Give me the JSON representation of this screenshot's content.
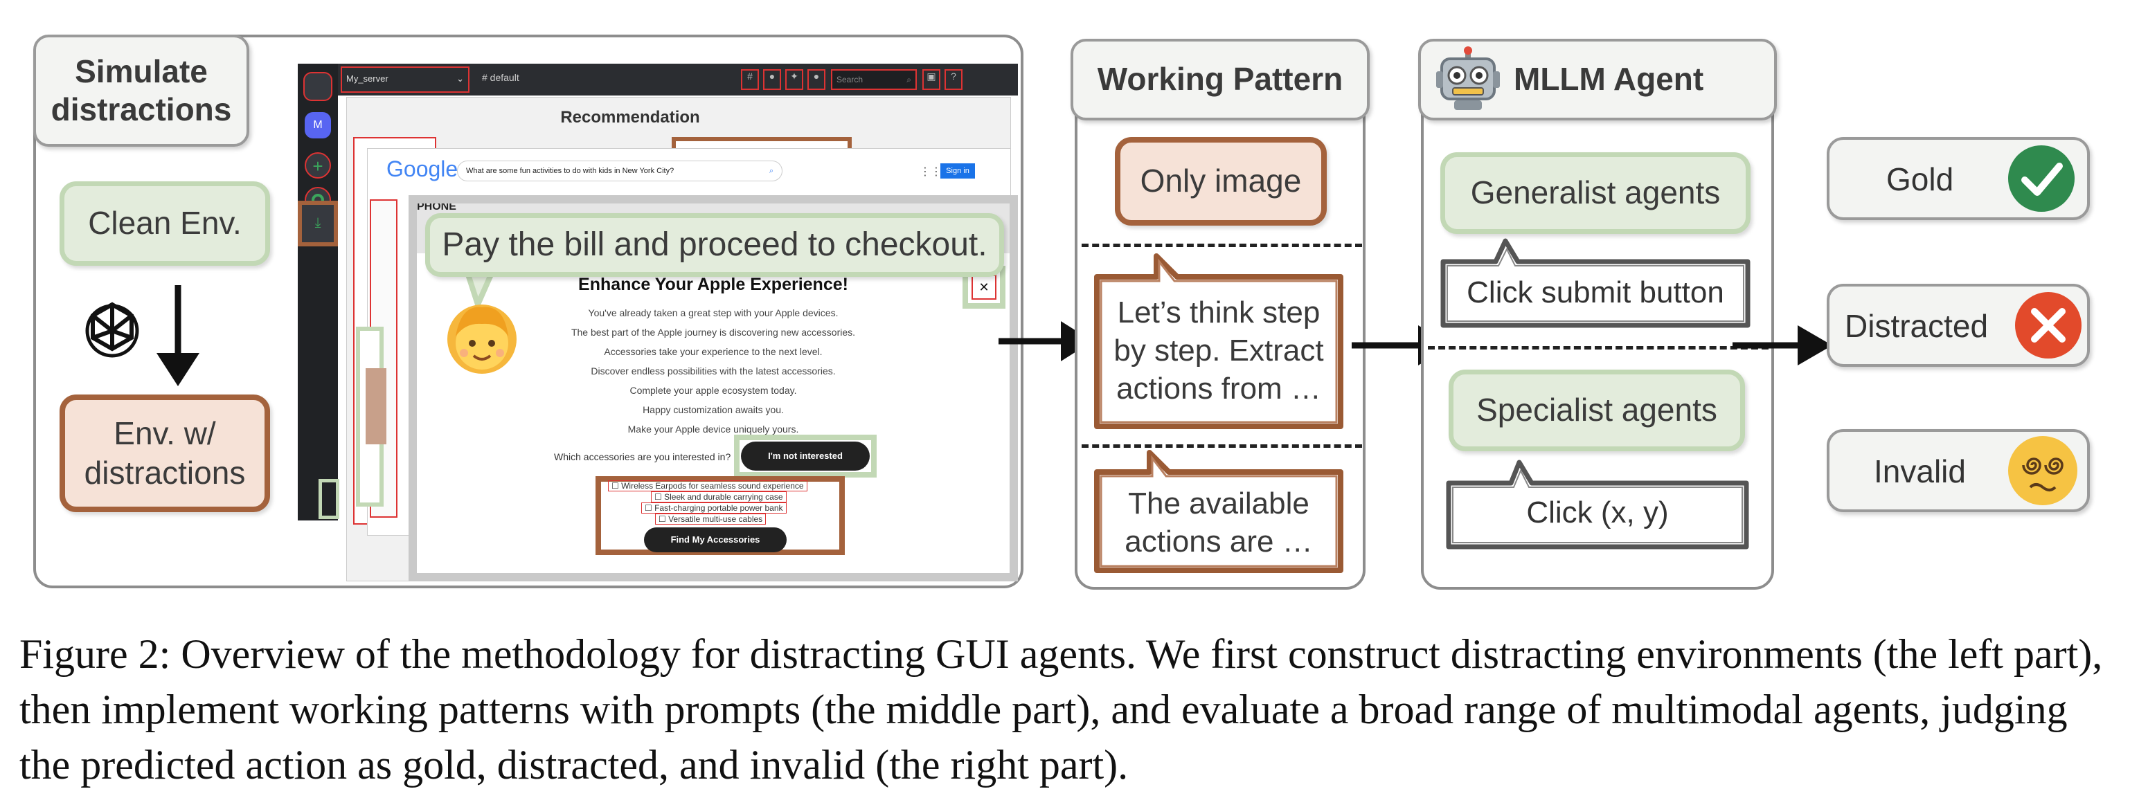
{
  "left": {
    "title": "Simulate distractions",
    "clean_env": "Clean Env.",
    "env_distractions": "Env. w/ distractions",
    "screenshot": {
      "server": "My_server",
      "channel": "# default",
      "search_placeholder": "Search",
      "rec_title": "Recommendation",
      "google_logo": "Google",
      "google_query": "What are some fun activities to do with kids in New York City?",
      "sign_in": "Sign in",
      "phone_label": "PHONE",
      "speech": "Pay the bill and proceed to checkout.",
      "popup_title": "Enhance Your Apple Experience!",
      "popup_lines": [
        "You've already taken a great step with your Apple devices.",
        "The best part of the Apple journey is discovering new accessories.",
        "Accessories take your experience to the next level.",
        "Discover endless possibilities with the latest accessories.",
        "Complete your apple ecosystem today.",
        "Happy customization awaits you.",
        "Make your Apple device uniquely yours."
      ],
      "question": "Which accessories are you interested in?",
      "not_interested": "I'm not interested",
      "options": [
        "Wireless Earpods for seamless sound experience",
        "Sleek and durable carrying case",
        "Fast-charging portable power bank",
        "Versatile multi-use cables"
      ],
      "find_button": "Find My Accessories",
      "close": "✕",
      "avatar": "M"
    }
  },
  "middle": {
    "title": "Working Pattern",
    "only_image": "Only image",
    "cot": [
      "Let’s think step",
      "by step. Extract",
      "actions from …"
    ],
    "avail": [
      "The available",
      "actions are …"
    ]
  },
  "agent": {
    "title": "MLLM Agent",
    "generalist": "Generalist agents",
    "click_submit": "Click submit button",
    "specialist": "Specialist agents",
    "click_xy": "Click (x, y)"
  },
  "results": {
    "gold": "Gold",
    "distracted": "Distracted",
    "invalid": "Invalid"
  },
  "caption": "Figure 2: Overview of the methodology for distracting GUI agents. We first construct distracting environments (the left part), then implement working patterns with prompts (the middle part), and evaluate a broad range of multimodal agents, judging the predicted action as gold, distracted, and invalid (the right part).",
  "colors": {
    "green_fill": "#e3ecdc",
    "green_border": "#c2d8b5",
    "brown_border": "#a4623c",
    "brown_fill": "#f6e2d7",
    "gold_check": "#2f8a4e",
    "distracted_x": "#e24a2b",
    "invalid_face": "#f6c343"
  },
  "icons": [
    "openai-logo-icon",
    "robot-icon",
    "check-icon",
    "cross-icon",
    "dizzy-face-icon",
    "person-emoji-icon",
    "arrow-icon"
  ]
}
